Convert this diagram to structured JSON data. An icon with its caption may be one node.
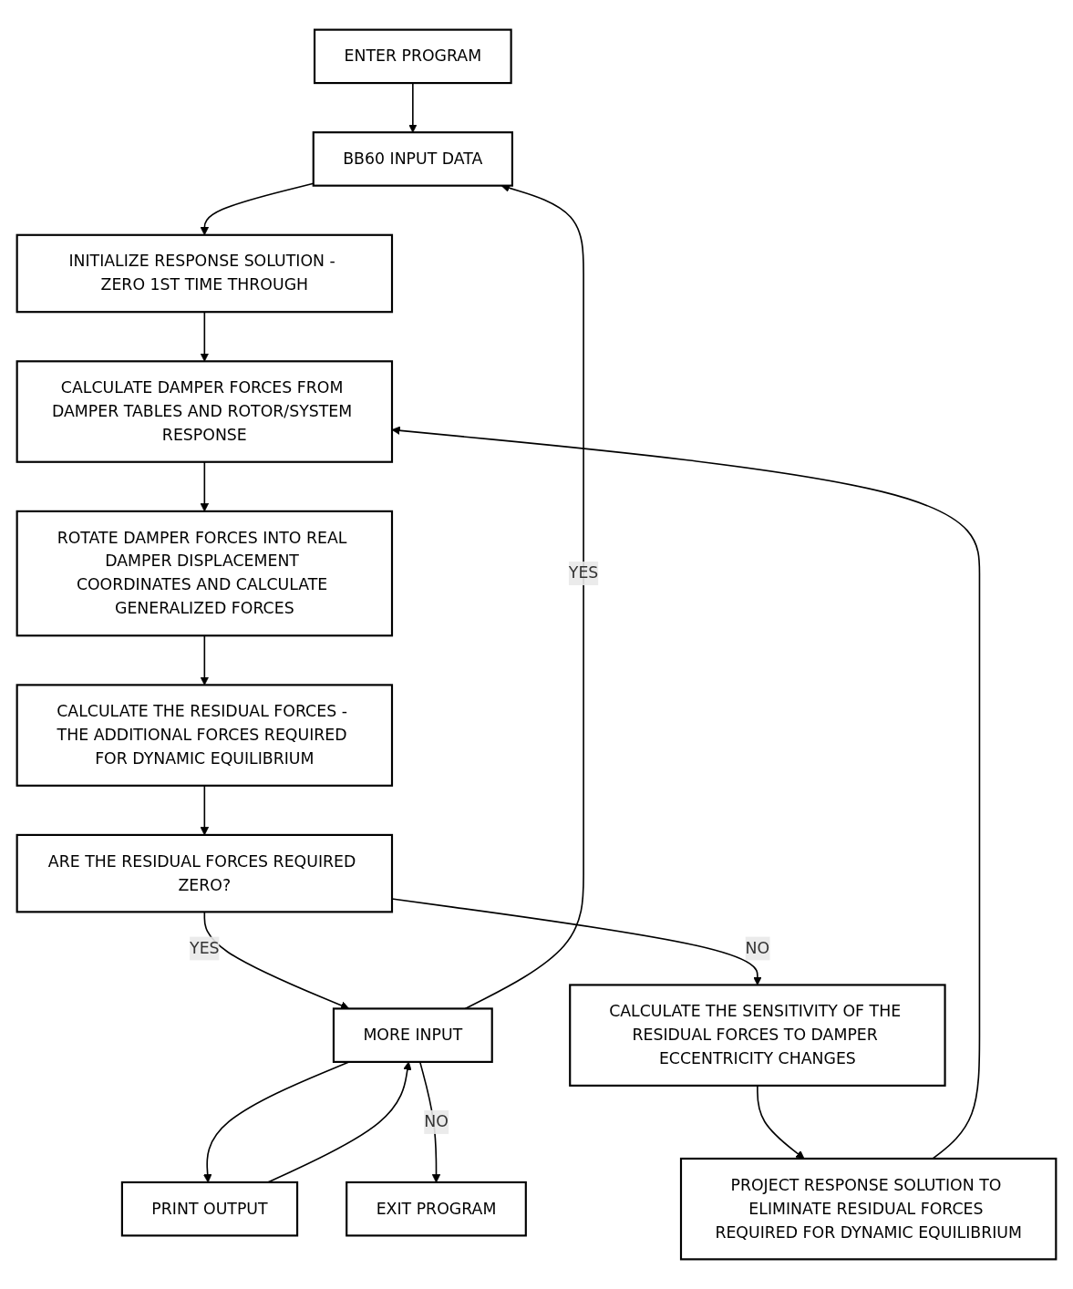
{
  "diagram": {
    "nodes": [
      {
        "text": [
          "ENTER PROGRAM"
        ]
      },
      {
        "text": [
          "BB60 INPUT DATA"
        ]
      },
      {
        "text": [
          "INITIALIZE RESPONSE SOLUTION - ZERO 1ST TIME THROUGH"
        ]
      },
      {
        "text": [
          "CALCULATE DAMPER FORCES FROM DAMPER TABLES AND ROTOR/SYSTEM RESPONSE"
        ]
      },
      {
        "text": [
          "ROTATE DAMPER FORCES INTO REAL DAMPER DISPLACEMENT COORDINATES AND CALCULATE GENERALIZED FORCES"
        ]
      },
      {
        "text": [
          "CALCULATE THE RESIDUAL FORCES - THE ADDITIONAL FORCES REQUIRED FOR DYNAMIC EQUILIBRIUM"
        ]
      },
      {
        "text": [
          "ARE THE RESIDUAL FORCES REQUIRED ZERO?"
        ]
      },
      {
        "text": [
          "MORE INPUT"
        ]
      },
      {
        "text": [
          "PRINT OUTPUT"
        ]
      },
      {
        "text": [
          "CALCULATE THE SENSITIVITY OF THE RESIDUAL FORCES TO DAMPER ECCENTRICITY CHANGES"
        ]
      },
      {
        "text": [
          "PROJECT RESPONSE SOLUTION TO ELIMINATE RESIDUAL FORCES REQUIRED FOR DYNAMIC EQUILIBRIUM"
        ]
      },
      {
        "text": [
          "EXIT PROGRAM"
        ]
      }
    ],
    "edges": [
      {
        "from": 0,
        "to": 1,
        "arrow": "to"
      },
      {
        "from": 1,
        "to": 2,
        "arrow": "to"
      },
      {
        "from": 2,
        "to": 3,
        "arrow": "to"
      },
      {
        "from": 3,
        "to": 4,
        "arrow": "to"
      },
      {
        "from": 4,
        "to": 5,
        "arrow": "to"
      },
      {
        "from": 5,
        "to": 6,
        "arrow": "to"
      },
      {
        "from": 6,
        "to": 7,
        "arrow": "to",
        "label": "YES"
      },
      {
        "from": 6,
        "to": 9,
        "arrow": "to",
        "label": "NO"
      },
      {
        "from": 7,
        "to": 8,
        "arrow": "to"
      },
      {
        "from": 8,
        "to": 7,
        "arrow": "to"
      },
      {
        "from": 7,
        "to": 1,
        "arrow": "to",
        "label": "YES"
      },
      {
        "from": 7,
        "to": 11,
        "arrow": "to",
        "label": "NO"
      },
      {
        "from": 9,
        "to": 10,
        "arrow": "to"
      },
      {
        "from": 10,
        "to": 3,
        "arrow": "to"
      }
    ]
  }
}
